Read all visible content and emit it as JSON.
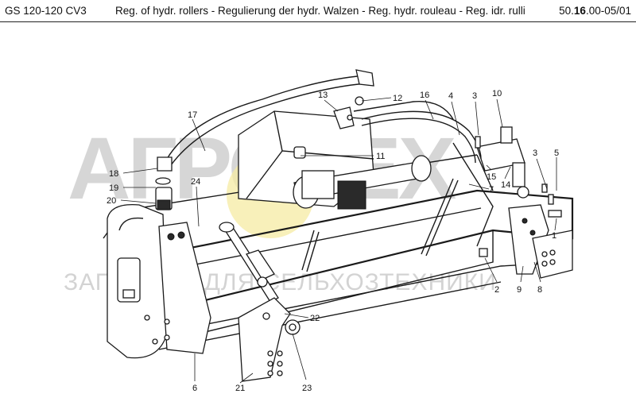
{
  "header": {
    "model": "GS 120-120 CV3",
    "title": "Reg. of hydr. rollers - Regulierung der hydr. Walzen - Reg. hydr. rouleau - Reg. idr. rulli",
    "page_prefix": "50.",
    "page_bold": "16",
    "page_suffix": ".00-05/01"
  },
  "watermark": {
    "logo_text": "АГРОТЕХ",
    "subtitle": "ЗАПЧАСТИ ДЛЯ СЕЛЬХОЗТЕХНИКИ",
    "accent_color": "#f3e27a",
    "gray_color": "#c8c8c8"
  },
  "callouts": [
    "1",
    "2",
    "3",
    "3",
    "4",
    "5",
    "6",
    "7",
    "8",
    "9",
    "10",
    "11",
    "12",
    "13",
    "14",
    "15",
    "16",
    "17",
    "18",
    "19",
    "20",
    "21",
    "22",
    "23",
    "24"
  ]
}
